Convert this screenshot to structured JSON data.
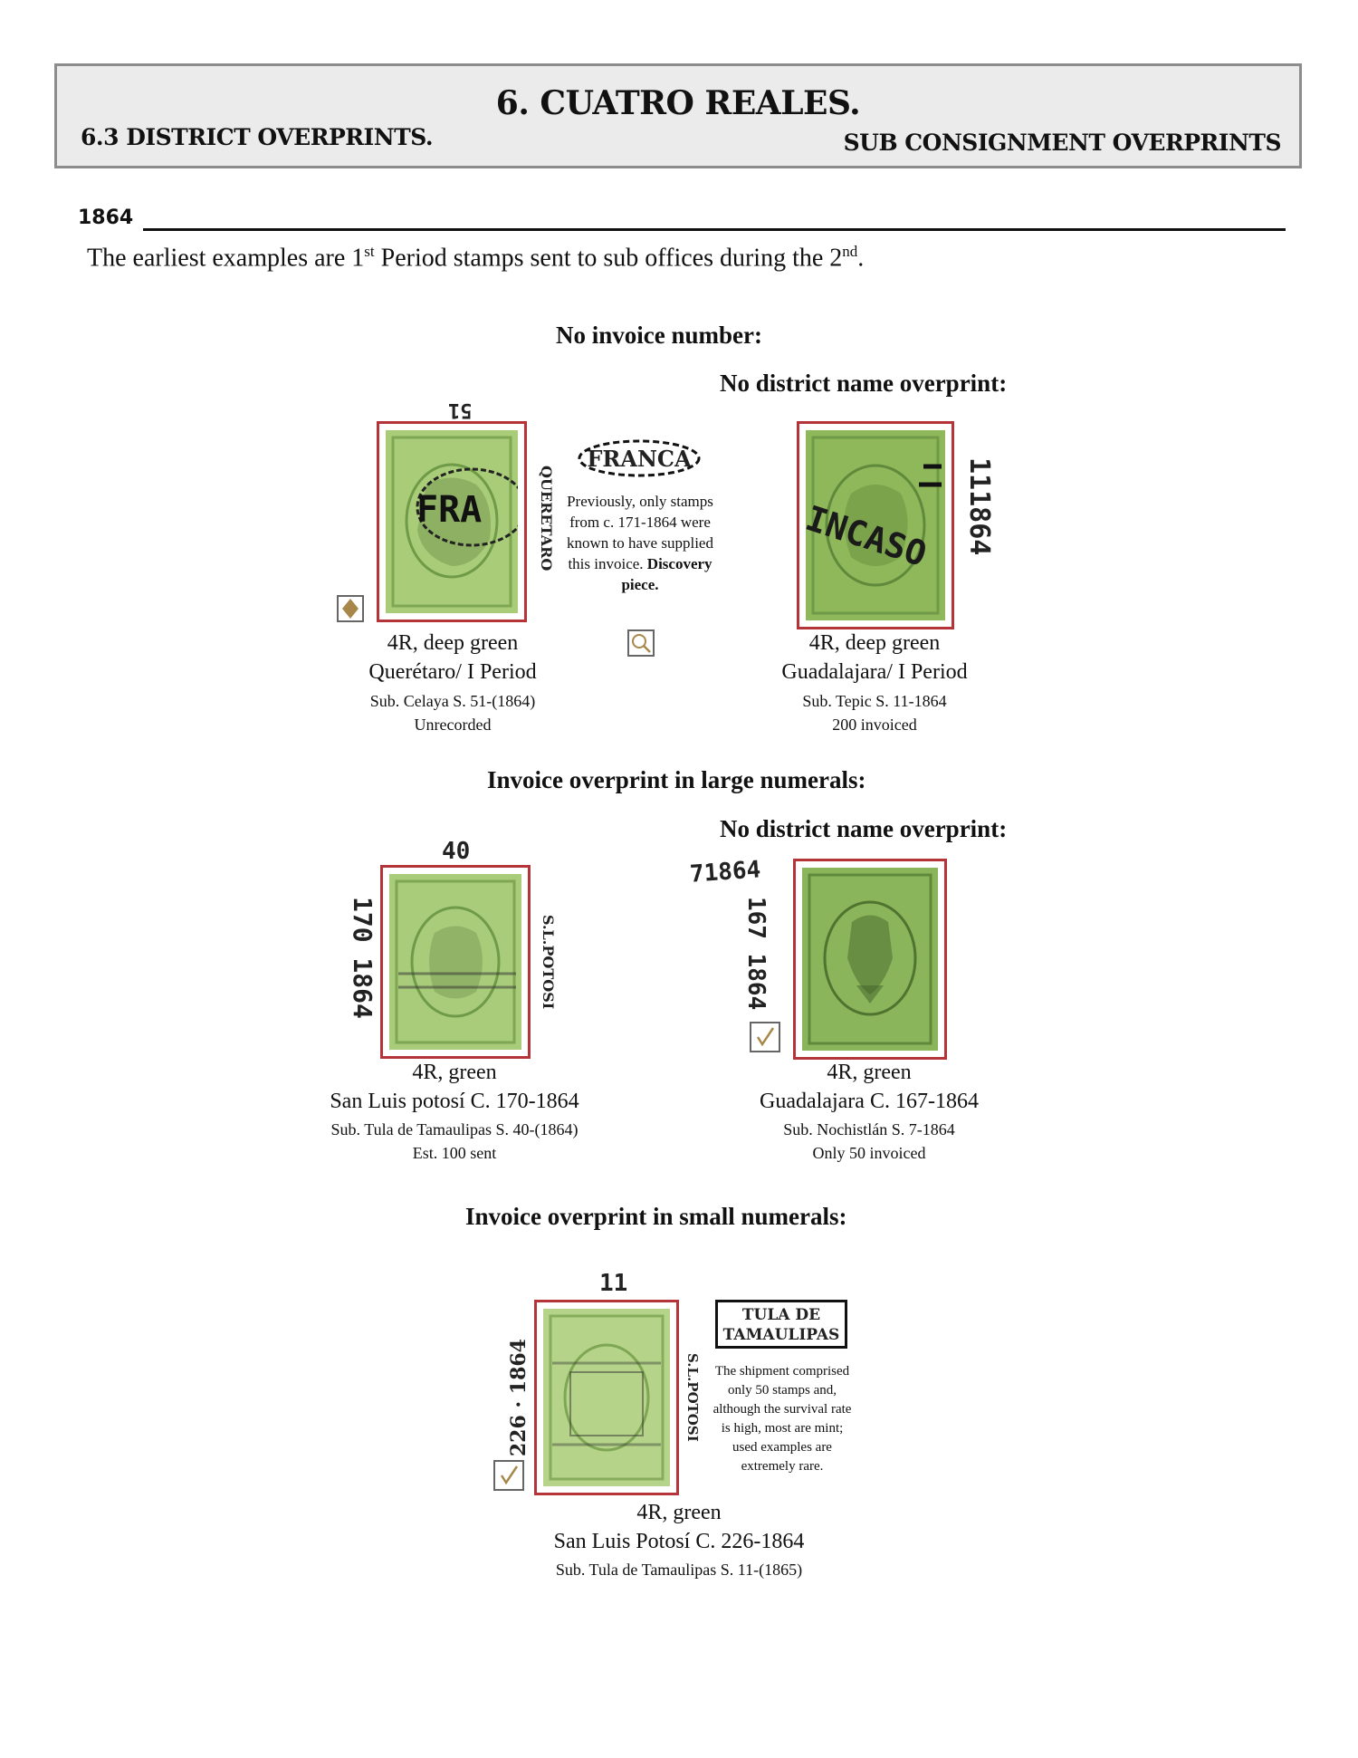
{
  "header": {
    "title": "6. CUATRO REALES.",
    "left": "6.3 DISTRICT OVERPRINTS.",
    "right": "SUB CONSIGNMENT OVERPRINTS"
  },
  "year": "1864",
  "intro": {
    "part1": "The earliest examples are 1",
    "sup1": "st",
    "part2": " Period stamps sent to sub offices during the 2",
    "sup2": "nd",
    "part3": "."
  },
  "sections": {
    "s1": "No invoice number:",
    "s1_sub": "No district name overprint:",
    "s2": "Invoice overprint in large numerals:",
    "s2_sub": "No district name overprint:",
    "s3": "Invoice overprint in small numerals:"
  },
  "stamps": {
    "a": {
      "top_num": "51",
      "side_text": "QUERETARO",
      "cancel": "FRA",
      "line1": "4R, deep green",
      "line2": "Querétaro/ I Period",
      "line3": "Sub. Celaya S. 51-(1864)",
      "line4": "Unrecorded"
    },
    "a_note": {
      "stamp": "FRANCA",
      "text": "Previously, only stamps from c. 171-1864 were known to have supplied this invoice.",
      "bold": "Discovery piece."
    },
    "b": {
      "side_num": "111864",
      "cancel": "INCASO",
      "line1": "4R, deep green",
      "line2": "Guadalajara/ I Period",
      "line3": "Sub. Tepic S. 11-1864",
      "line4": "200 invoiced"
    },
    "c": {
      "top_num": "40",
      "left_num": "170 1864",
      "side_text": "S.L.POTOSI",
      "line1": "4R, green",
      "line2": "San Luis potosí C. 170-1864",
      "line3": "Sub. Tula de Tamaulipas S. 40-(1864)",
      "line4": "Est. 100 sent"
    },
    "d": {
      "top_num": "71864",
      "left_num": "167 1864",
      "line1": "4R, green",
      "line2": "Guadalajara C. 167-1864",
      "line3": "Sub. Nochistlán S. 7-1864",
      "line4": "Only 50 invoiced"
    },
    "e": {
      "top_num": "11",
      "left_num": "226 · 1864",
      "side_text": "S.L.POTOSI",
      "line1": "4R, green",
      "line2": "San Luis Potosí C. 226-1864",
      "line3": "Sub. Tula de Tamaulipas S. 11-(1865)"
    },
    "e_note": {
      "stamp1": "TULA DE",
      "stamp2": "TAMAULIPAS",
      "text": "The shipment comprised only 50 stamps and, although the survival rate is high, most are mint; used examples are extremely rare."
    }
  },
  "colors": {
    "frame": "#b5343a",
    "stamp_green": "#8fb85a",
    "icon_gold": "#a8884a"
  }
}
